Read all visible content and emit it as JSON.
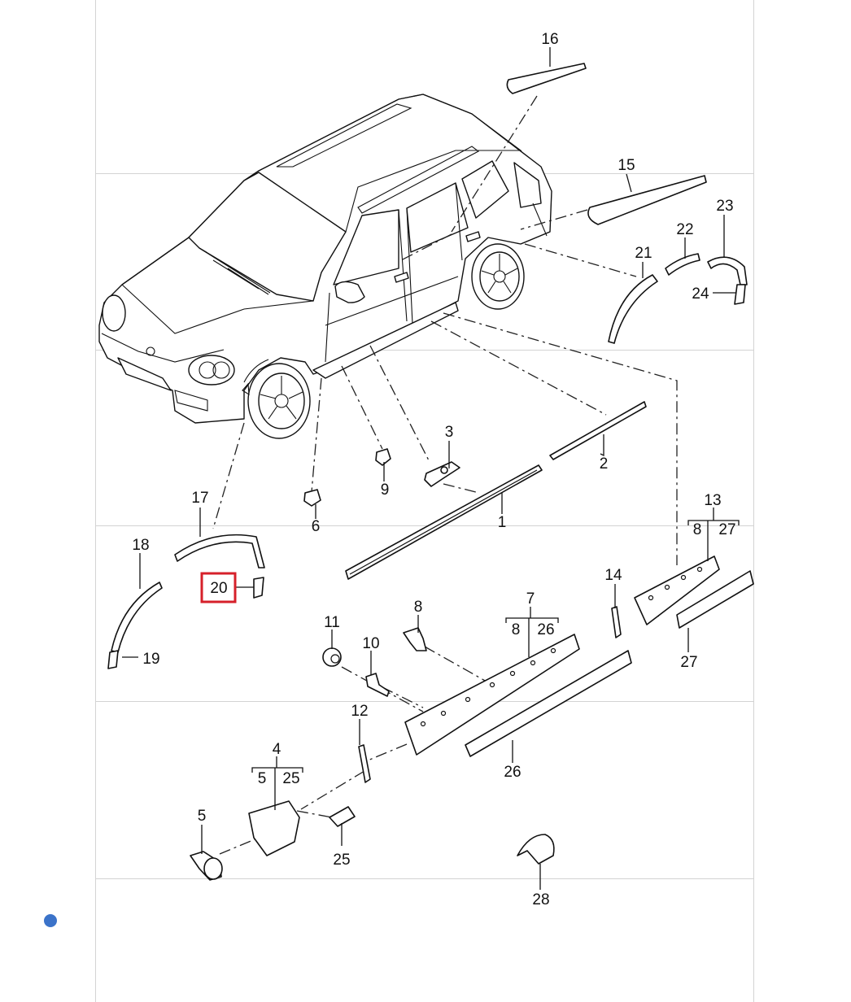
{
  "labels": {
    "p1": "1",
    "p2": "2",
    "p3": "3",
    "p4": "4",
    "p5": "5",
    "p6": "6",
    "p7": "7",
    "p8": "8",
    "p9": "9",
    "p10": "10",
    "p11": "11",
    "p12": "12",
    "p13": "13",
    "p14": "14",
    "p15": "15",
    "p16": "16",
    "p17": "17",
    "p18": "18",
    "p19": "19",
    "p20": "20",
    "p21": "21",
    "p22": "22",
    "p23": "23",
    "p24": "24",
    "p25": "25",
    "p26": "26",
    "p27": "27",
    "p28": "28"
  },
  "sub_labels": {
    "g4_a": "5",
    "g4_b": "25",
    "g7_a": "8",
    "g7_b": "26",
    "g13_a": "8",
    "g13_b": "27"
  },
  "highlight": {
    "part": "20",
    "color": "#d6202a"
  },
  "colors": {
    "status_dot": "#3b73c9",
    "grid_lines": "#d3d3d3"
  }
}
